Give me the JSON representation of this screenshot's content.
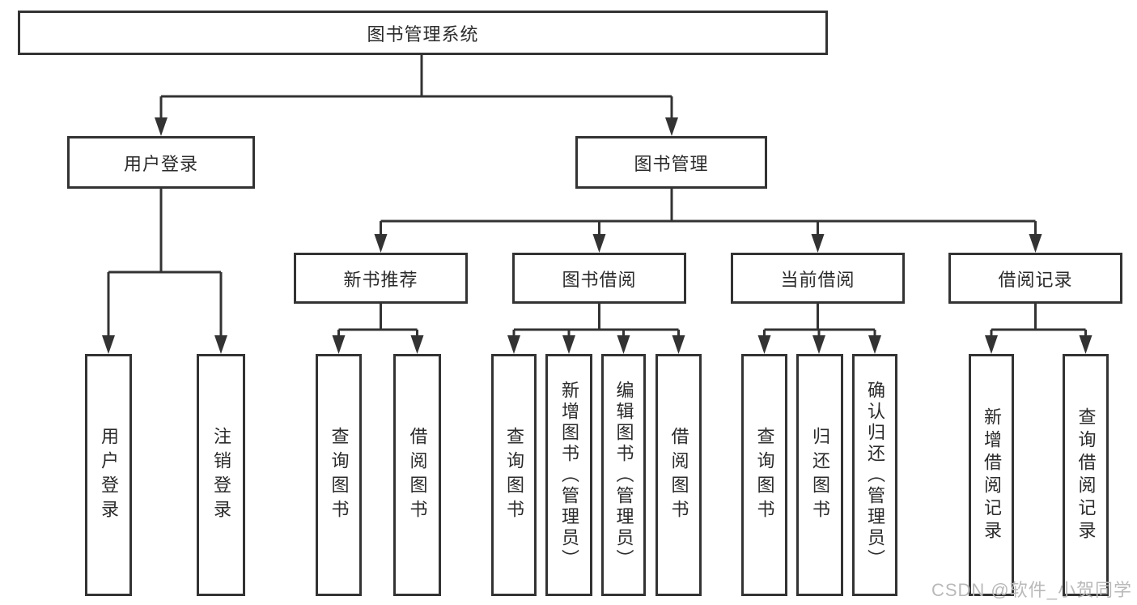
{
  "diagram": {
    "root": {
      "label": "图书管理系统"
    },
    "branches": [
      {
        "label": "用户登录",
        "children": [
          {
            "label": "用户登录"
          },
          {
            "label": "注销登录"
          }
        ]
      },
      {
        "label": "图书管理",
        "children": [
          {
            "label": "新书推荐",
            "children": [
              {
                "label": "查询图书"
              },
              {
                "label": "借阅图书"
              }
            ]
          },
          {
            "label": "图书借阅",
            "children": [
              {
                "label": "查询图书"
              },
              {
                "label": "新增图书（管理员）"
              },
              {
                "label": "编辑图书（管理员）"
              },
              {
                "label": "借阅图书"
              }
            ]
          },
          {
            "label": "当前借阅",
            "children": [
              {
                "label": "查询图书"
              },
              {
                "label": "归还图书"
              },
              {
                "label": "确认归还（管理员）"
              }
            ]
          },
          {
            "label": "借阅记录",
            "children": [
              {
                "label": "新增借阅记录"
              },
              {
                "label": "查询借阅记录"
              }
            ]
          }
        ]
      }
    ]
  },
  "watermark": {
    "text": "CSDN @软件_小贺同学"
  },
  "colors": {
    "line": "#333333",
    "text": "#2b2b2b",
    "watermark": "#b9b9b9",
    "background": "#ffffff"
  }
}
